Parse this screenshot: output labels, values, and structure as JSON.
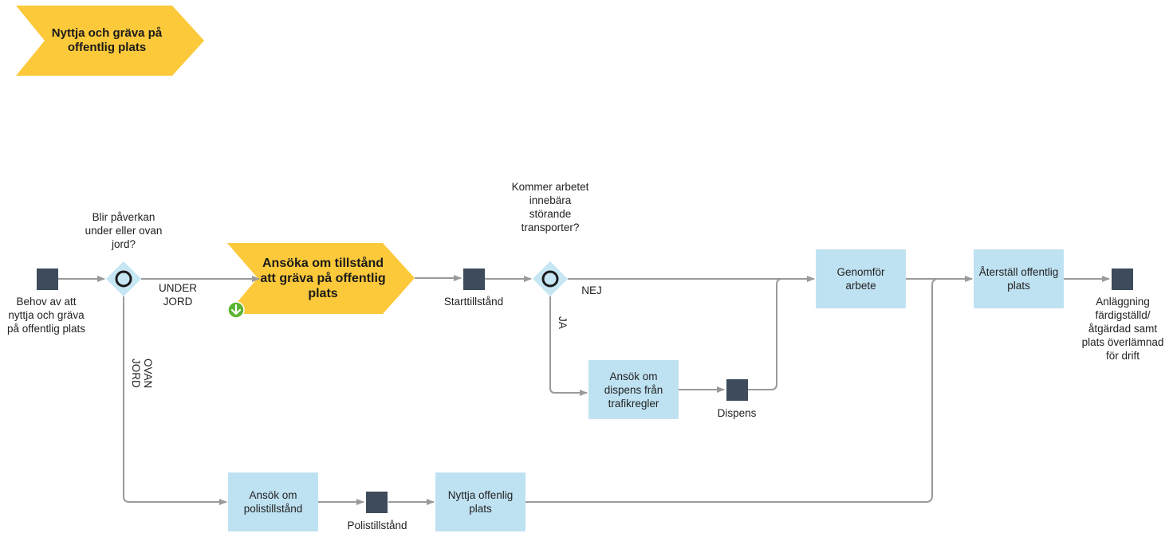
{
  "header": {
    "title": "Nyttja och gräva på offentlig plats"
  },
  "events": {
    "start": "Behov av att nyttja och gräva på offentlig plats",
    "starttillstand": "Starttillstånd",
    "dispens": "Dispens",
    "polistillstand": "Polistillstånd",
    "end": "Anläggning färdigställd/ åtgärdad samt plats överlämnad för drift"
  },
  "gateways": {
    "g1_question": "Blir påverkan under eller ovan jord?",
    "g1_under": "UNDER JORD",
    "g1_ovan": "OVAN JORD",
    "g2_question": "Kommer arbetet innebära störande transporter?",
    "g2_nej": "NEJ",
    "g2_ja": "JA"
  },
  "subprocess": {
    "label": "Ansöka om tillstånd att gräva på offentlig plats"
  },
  "tasks": {
    "dispens": "Ansök om dispens från trafikregler",
    "genomfor": "Genomför arbete",
    "aterstall": "Återställ offentlig plats",
    "polis": "Ansök om polistillstånd",
    "nyttja": "Nyttja offenlig plats"
  },
  "colors": {
    "chevron": "#fcc93b",
    "task_fill": "#bfe2f2",
    "event_fill": "#3d4b5c",
    "gateway_fill": "#c6e6f3",
    "connector": "#9a9a9a"
  }
}
